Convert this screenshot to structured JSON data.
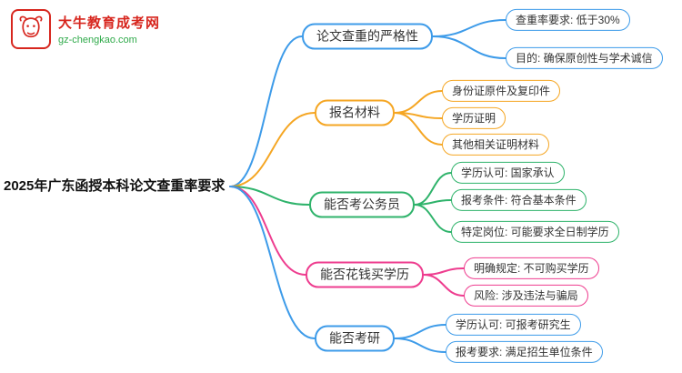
{
  "logo": {
    "title": "大牛教育成考网",
    "url": "gz-chengkao.com",
    "brand_color": "#d7261e",
    "url_color": "#2faa4a"
  },
  "root": {
    "label": "2025年广东函授本科论文查重率要求"
  },
  "branches": [
    {
      "label": "论文查重的严格性",
      "color": "#3d9be9",
      "children": [
        "查重率要求: 低于30%",
        "目的: 确保原创性与学术诚信"
      ]
    },
    {
      "label": "报名材料",
      "color": "#f5a623",
      "children": [
        "身份证原件及复印件",
        "学历证明",
        "其他相关证明材料"
      ]
    },
    {
      "label": "能否考公务员",
      "color": "#2fb36b",
      "children": [
        "学历认可: 国家承认",
        "报考条件: 符合基本条件",
        "特定岗位: 可能要求全日制学历"
      ]
    },
    {
      "label": "能否花钱买学历",
      "color": "#ee3d8f",
      "children": [
        "明确规定: 不可购买学历",
        "风险: 涉及违法与骗局"
      ]
    },
    {
      "label": "能否考研",
      "color": "#3d9be9",
      "children": [
        "学历认可: 可报考研究生",
        "报考要求: 满足招生单位条件"
      ]
    }
  ]
}
